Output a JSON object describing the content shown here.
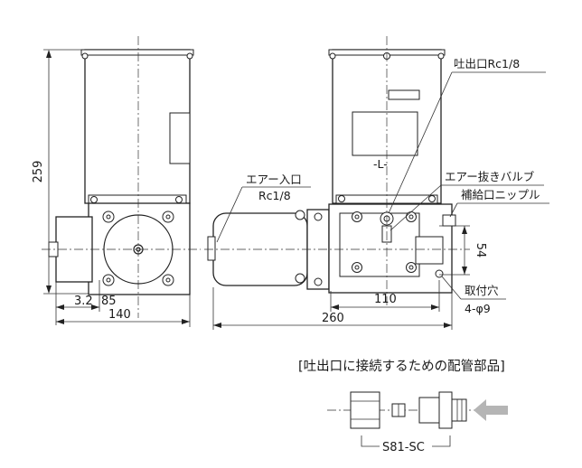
{
  "labels": {
    "discharge_port": "吐出口Rc1/8",
    "air_inlet_line1": "エアー入口",
    "air_inlet_line2": "Rc1/8",
    "air_vent_valve": "エアー抜きバルブ",
    "refill_nipple": "補給口ニップル",
    "mounting_hole_line1": "取付穴",
    "mounting_hole_line2": "4-φ9",
    "body_mark": "-L-"
  },
  "dimensions": {
    "height": "259",
    "offset_small": "3.2",
    "offset_mid": "85",
    "width_front": "140",
    "height_right": "54",
    "mount_span": "110",
    "length_side": "260"
  },
  "piping": {
    "title": "[吐出口に接続するための配管部品]",
    "part_number": "S81-SC",
    "arrow_color": "#b5b5b5"
  }
}
